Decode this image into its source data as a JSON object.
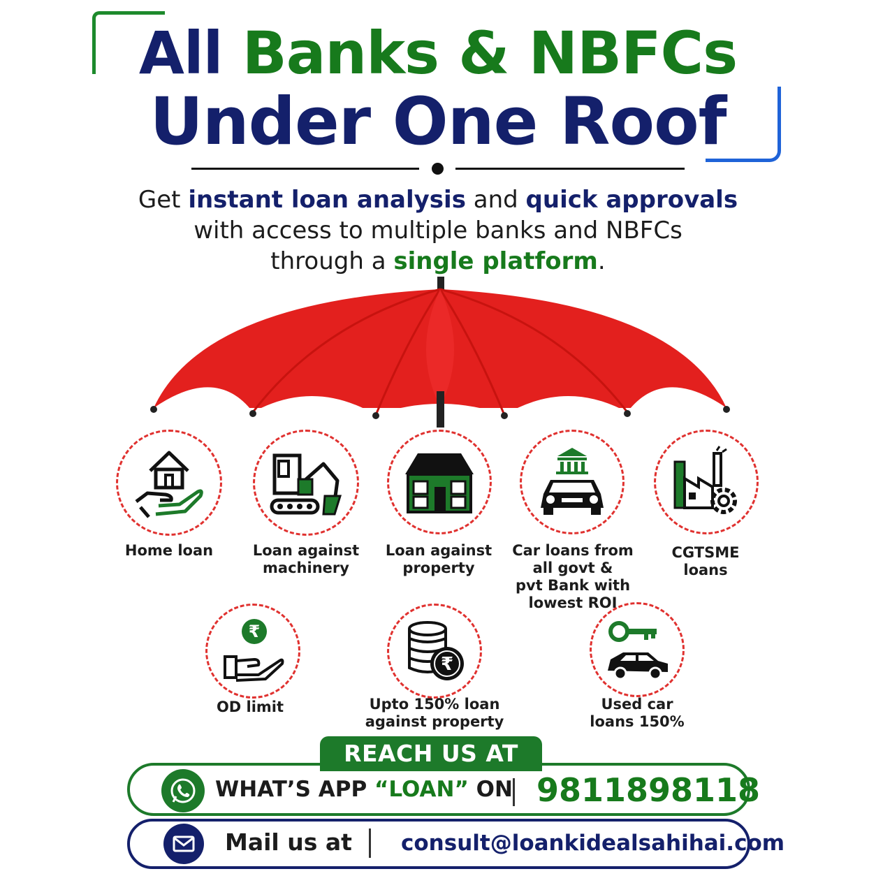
{
  "headline": {
    "line1_part1": "All",
    "line1_part2": "Banks & NBFCs",
    "line2": "Under One Roof"
  },
  "subtitle": {
    "line1_a": "Get ",
    "line1_b": "instant loan analysis",
    "line1_c": " and ",
    "line1_d": "quick approvals",
    "line2": "with access to multiple banks and NBFCs",
    "line3_a": "through a ",
    "line3_b": "single platform",
    "line3_c": "."
  },
  "services": [
    {
      "label": "Home loan",
      "icon": "house-in-hand-icon"
    },
    {
      "label": "Loan against\nmachinery",
      "icon": "excavator-icon"
    },
    {
      "label": "Loan against\nproperty",
      "icon": "property-house-icon"
    },
    {
      "label": "Car loans from\nall govt &\npvt Bank with\nlowest ROI",
      "icon": "bank-car-icon"
    },
    {
      "label": "CGTSME\nloans",
      "icon": "factory-gear-icon"
    },
    {
      "label": "OD limit",
      "icon": "rupee-hand-icon"
    },
    {
      "label": "Upto 150% loan\nagainst property",
      "icon": "coins-rupee-icon"
    },
    {
      "label": "Used car\nloans 150%",
      "icon": "key-car-icon"
    }
  ],
  "reach": {
    "title": "REACH US AT",
    "whatsapp_label_a": "WHAT’S APP ",
    "whatsapp_label_b": "“LOAN”",
    "whatsapp_label_c": " ON",
    "phone": "9811898118",
    "mail_label": "Mail us at",
    "email": "consult@loankidealsahihai.com"
  },
  "colors": {
    "navy": "#14206b",
    "green": "#177a1c",
    "umbrella_red": "#e3201e",
    "dashed_circle": "#e0312f",
    "accent_blue": "#1f63d8"
  }
}
